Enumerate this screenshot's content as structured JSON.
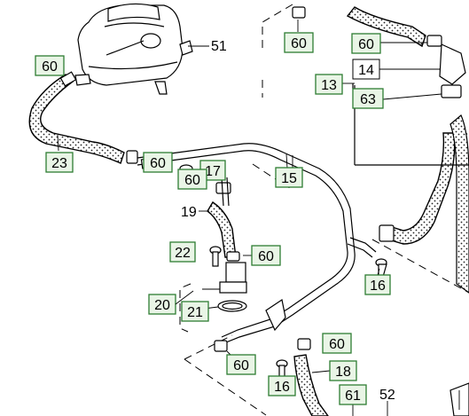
{
  "figure": {
    "labels": {
      "reservoir": "51",
      "clip_upper_left": "60",
      "hose_upper_left": "23",
      "clip_reservoir_outlet": "60",
      "bolt_bracket": "17",
      "pipe_main": "15",
      "clip_mid_upper": "60",
      "hose_short": "19",
      "bolt_pump": "22",
      "clip_mid_lower": "60",
      "pump_group": "20",
      "o_ring": "21",
      "clip_bottom_left": "60",
      "bolt_lower": "16",
      "clip_bottom_right": "60",
      "hose_lower": "18",
      "part_61": "61",
      "part_52": "52",
      "clip_top_right": "60",
      "part_14": "14",
      "group_13": "13",
      "part_63": "63",
      "bolt_right": "16",
      "clip_top_center": "60"
    }
  }
}
